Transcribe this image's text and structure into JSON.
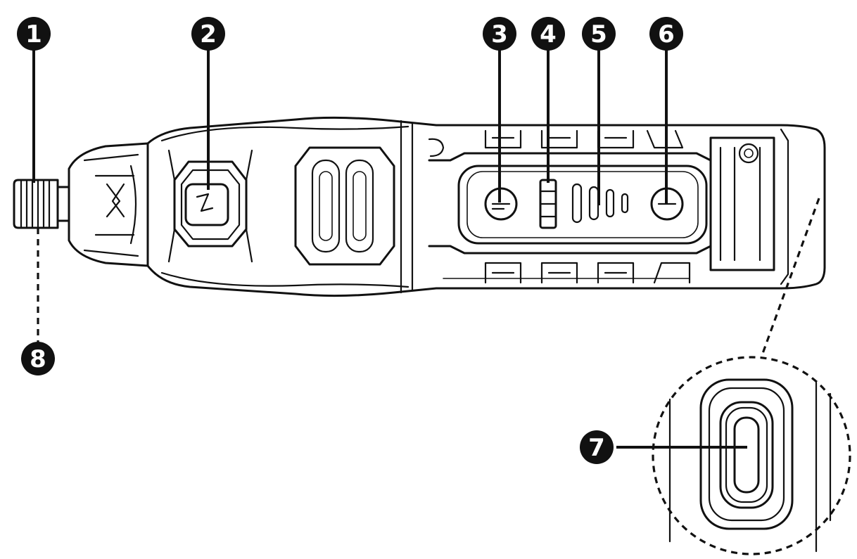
{
  "diagram": {
    "callouts": [
      {
        "id": "1",
        "label": "1"
      },
      {
        "id": "2",
        "label": "2"
      },
      {
        "id": "3",
        "label": "3"
      },
      {
        "id": "4",
        "label": "4"
      },
      {
        "id": "5",
        "label": "5"
      },
      {
        "id": "6",
        "label": "6"
      },
      {
        "id": "7",
        "label": "7"
      },
      {
        "id": "8",
        "label": "8"
      }
    ],
    "line_color": "#111111",
    "background": "#ffffff"
  }
}
